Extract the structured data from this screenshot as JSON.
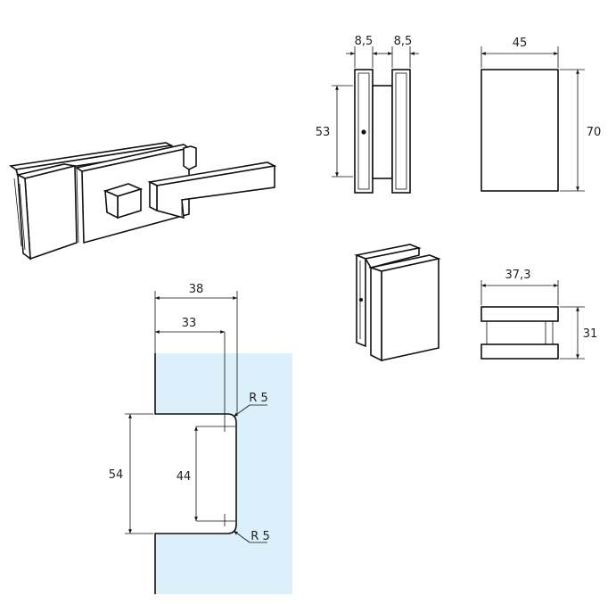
{
  "dimensions": {
    "top_w1": "8,5",
    "top_w2": "8,5",
    "side_h": "53",
    "front_w": "45",
    "front_h": "70",
    "small_w": "37,3",
    "small_h": "31",
    "cut_total": "38",
    "cut_inner": "33",
    "cut_h_outer": "54",
    "cut_h_inner": "44",
    "radius_top": "R 5",
    "radius_bottom": "R 5"
  },
  "colors": {
    "glass": "#dcf0fb",
    "line": "#111111"
  }
}
